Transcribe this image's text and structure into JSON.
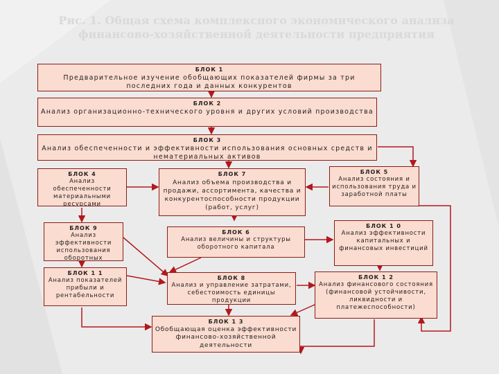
{
  "title": {
    "line1": "Рис. 1. Общая схема комплексного экономического анализа",
    "line2": "финансово-хозяйственной деятельности предприятия"
  },
  "colors": {
    "box_fill": "#fbdcd0",
    "box_border": "#8a1c16",
    "arrow": "#b2181c"
  },
  "blocks": {
    "b1": {
      "title": "БЛОК 1",
      "text": "Предварительное изучение обобщающих показателей фирмы за три последних года и данных конкурентов"
    },
    "b2": {
      "title": "БЛОК 2",
      "text": "Анализ организационно-технического уровня и других условий производства"
    },
    "b3": {
      "title": "БЛОК 3",
      "text": "Анализ обеспеченности и эффективности использования основных средств и нематериальных активов"
    },
    "b4": {
      "title": "БЛОК 4",
      "text": "Анализ обеспеченности материальными ресурсами"
    },
    "b7": {
      "title": "БЛОК 7",
      "text": "Анализ объема производства и продажи, ассортимента, качества и конкурентоспособности продукции (работ, услуг)"
    },
    "b5": {
      "title": "БЛОК 5",
      "text": "Анализ состояния и использования труда и заработной платы"
    },
    "b9": {
      "title": "БЛОК 9",
      "text": "Анализ эффективности использования оборотных"
    },
    "b6": {
      "title": "БЛОК 6",
      "text": "Анализ величины и структуры оборотного капитала"
    },
    "b10": {
      "title": "БЛОК 1 0",
      "text": "Анализ эффективности капитальных и финансовых инвестиций"
    },
    "b11": {
      "title": "БЛОК 1 1",
      "text": "Анализ показателей прибыли и рентабельности"
    },
    "b8": {
      "title": "БЛОК 8",
      "text": "Анализ и управление затратами, себестоимость единицы продукции"
    },
    "b12": {
      "title": "БЛОК 1 2",
      "text": "Анализ финансового состояния (финансовой устойчивости, ликвидности и платежеспособности)"
    },
    "b13": {
      "title": "БЛОК 1 3",
      "text": "Обобщающая оценка эффективности финансово-хозяйственной деятельности"
    }
  }
}
